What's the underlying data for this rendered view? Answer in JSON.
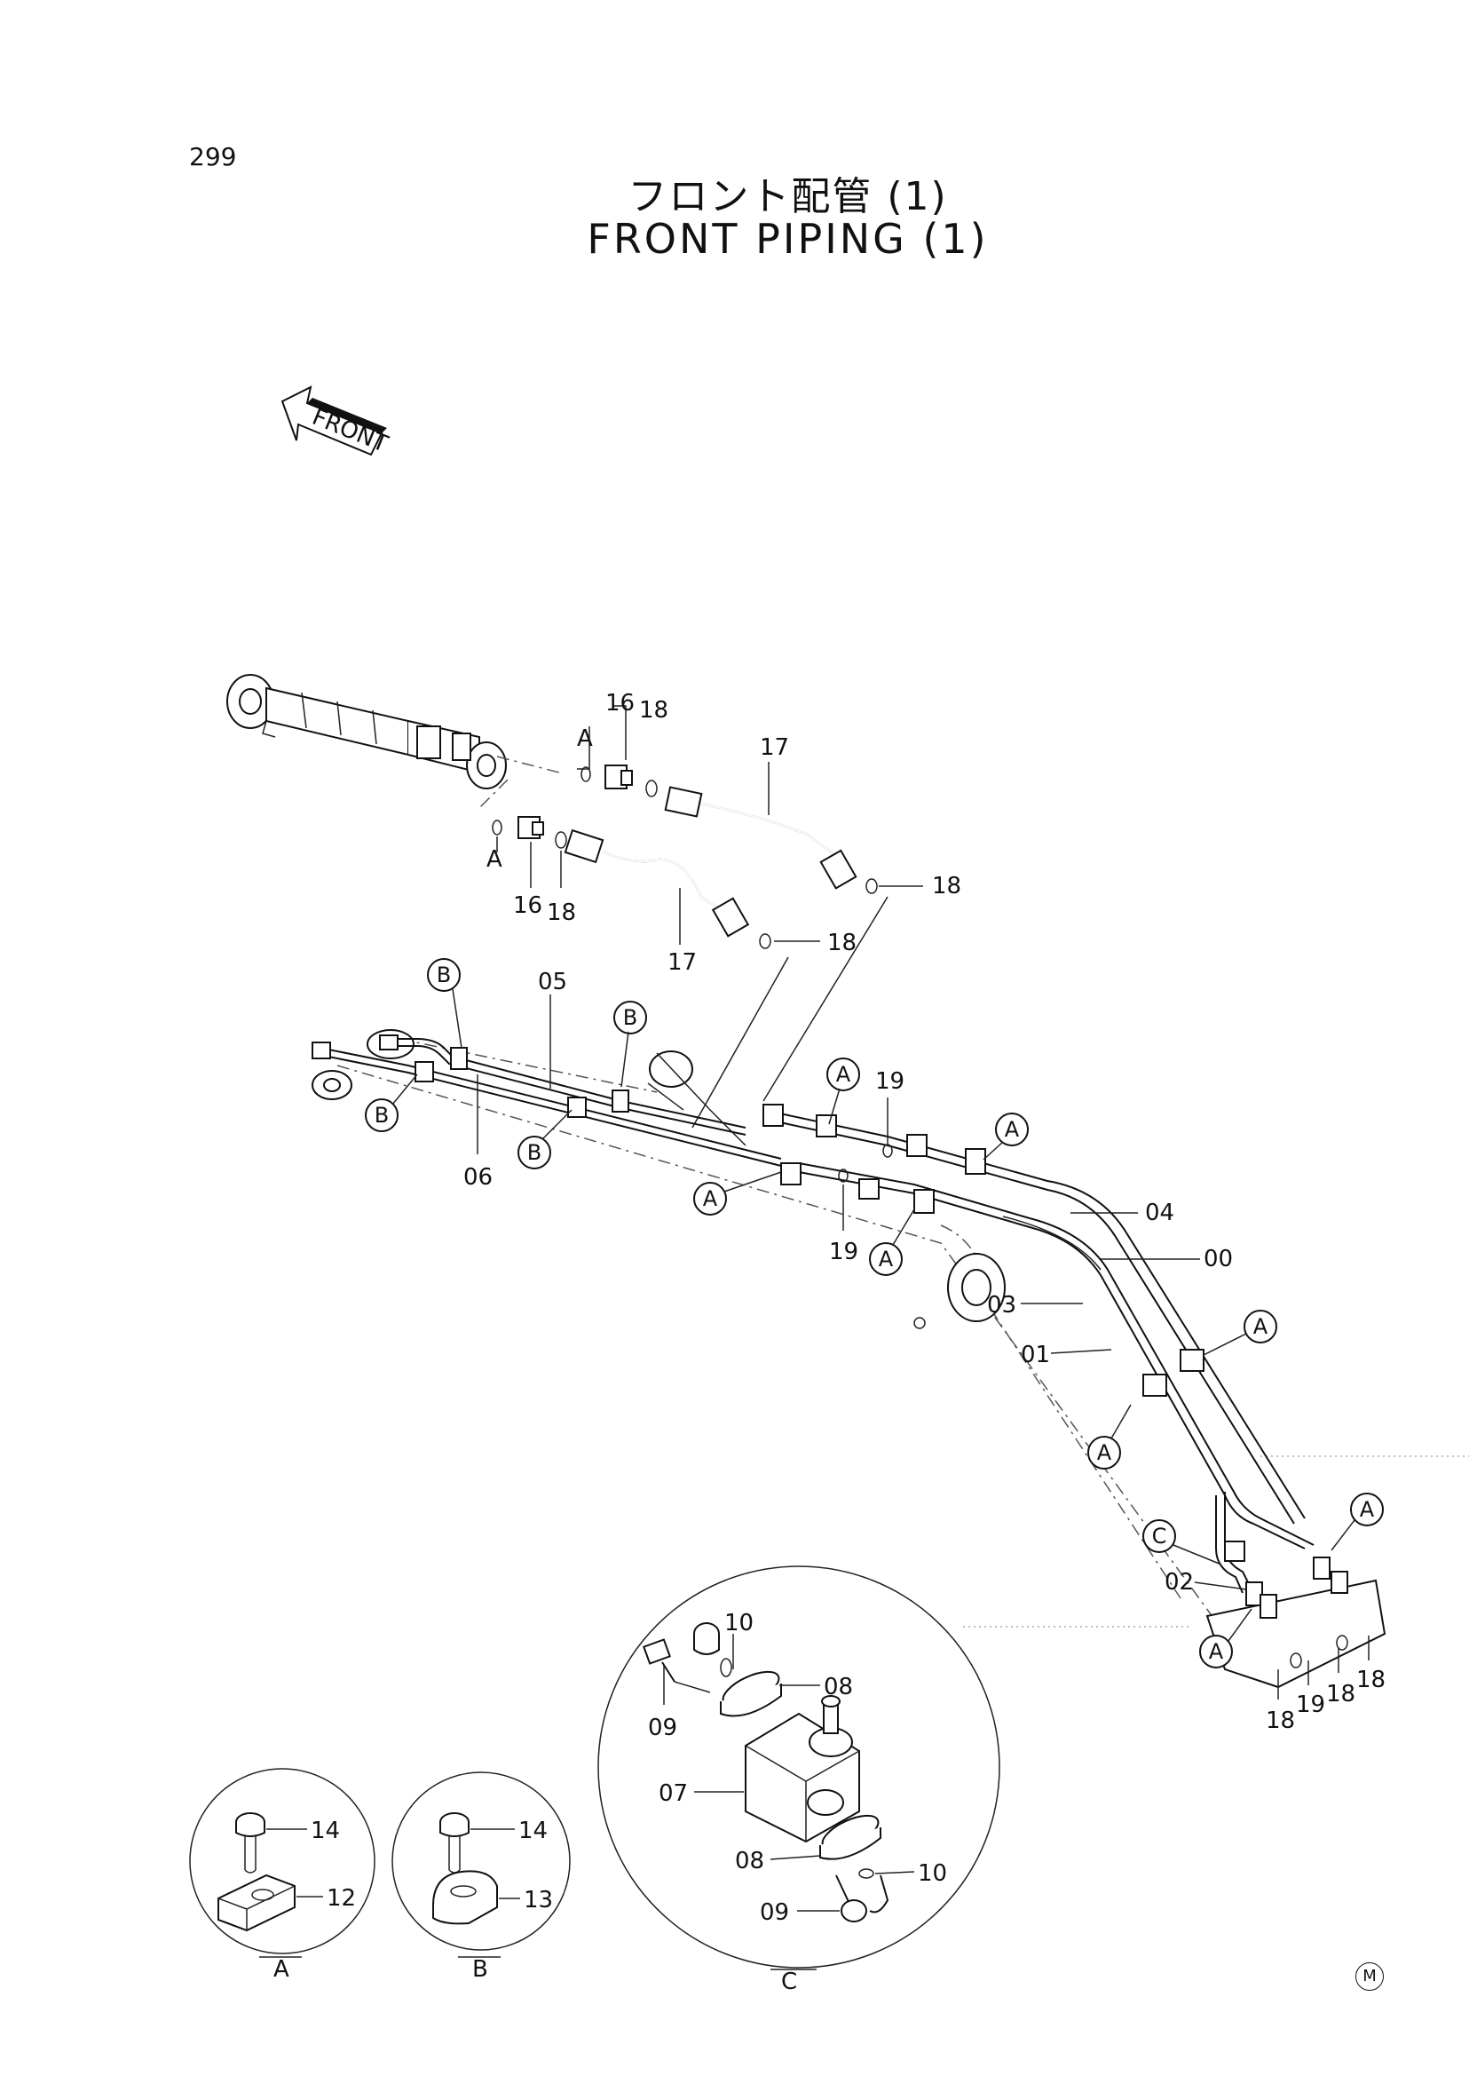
{
  "page_number": "299",
  "title_jp": "フロント配管 (1)",
  "title_en": "FRONT PIPING (1)",
  "front_arrow_label": "FRONT",
  "part_labels": {
    "p16a": "16",
    "p18a": "18",
    "pAa": "A",
    "p17a": "17",
    "p18b": "18",
    "pAb": "A",
    "p16b": "16",
    "p18c": "18",
    "p17b": "17",
    "p18d": "18",
    "p05": "05",
    "p06": "06",
    "p19a": "19",
    "p19b": "19",
    "p04": "04",
    "p00": "00",
    "p03": "03",
    "p01": "01",
    "p02": "02",
    "p18e": "18",
    "p19c": "19",
    "p18f": "18",
    "p18g": "18",
    "p10a": "10",
    "p08a": "08",
    "p09a": "09",
    "p07": "07",
    "p08b": "08",
    "p10b": "10",
    "p09b": "09",
    "p14a": "14",
    "p12": "12",
    "p14b": "14",
    "p13": "13"
  },
  "callouts": {
    "A": "A",
    "B": "B",
    "C": "C"
  },
  "detail_labels": {
    "detail_a": "A",
    "detail_b": "B",
    "detail_c": "C"
  },
  "corner_mark": "M"
}
